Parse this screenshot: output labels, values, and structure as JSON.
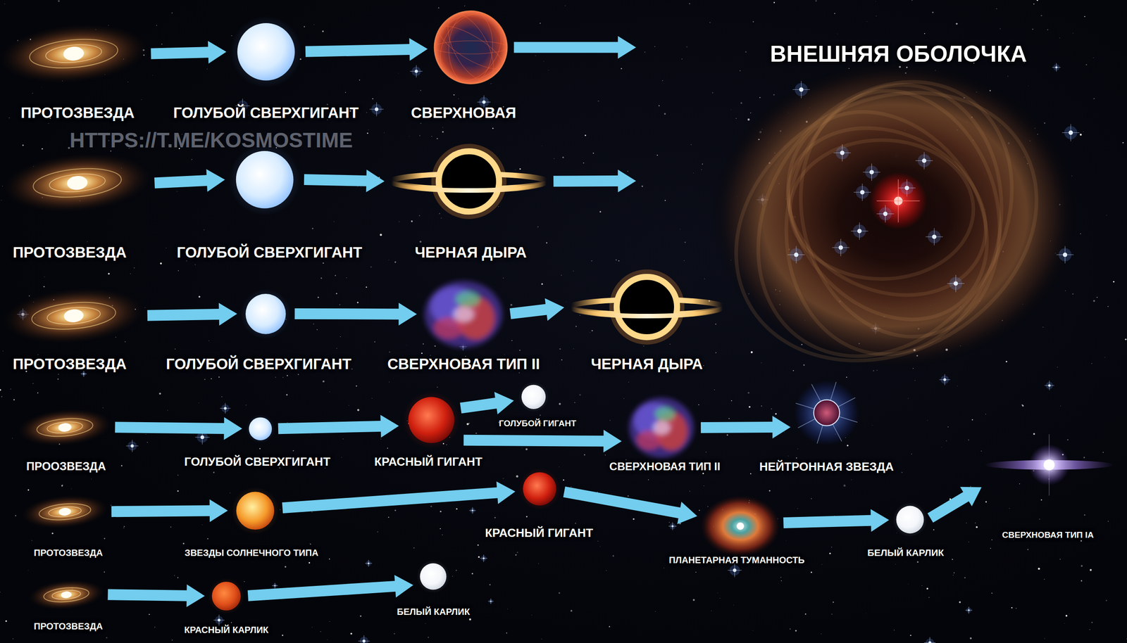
{
  "diagram": {
    "nodes": [
      {
        "text": [
          "ПРОТОЗВЕЗДА"
        ]
      },
      {
        "text": [
          "ГОЛУБОЙ СВЕРХГИГАНТ"
        ]
      },
      {
        "text": [
          "СВЕРХНОВАЯ"
        ]
      },
      {
        "text": [
          "ВНЕШНЯЯ ОБОЛОЧКА"
        ]
      },
      {
        "text": [
          "ПРОТОЗВЕЗДА"
        ]
      },
      {
        "text": [
          "ГОЛУБОЙ СВЕРХГИГАНТ"
        ]
      },
      {
        "text": [
          "ЧЕРНАЯ ДЫРА"
        ]
      },
      {
        "text": [
          "ПРОТОЗВЕЗДА"
        ]
      },
      {
        "text": [
          "ГОЛУБОЙ СВЕРХГИГАНТ"
        ]
      },
      {
        "text": [
          "СВЕРХНОВАЯ ТИП II"
        ]
      },
      {
        "text": [
          "ЧЕРНАЯ ДЫРА"
        ]
      },
      {
        "text": [
          "ПРООЗВЕЗДА"
        ]
      },
      {
        "text": [
          "ГОЛУБОЙ СВЕРХГИГАНТ"
        ]
      },
      {
        "text": [
          "КРАСНЫЙ ГИГАНТ"
        ]
      },
      {
        "text": [
          "ГОЛУБОЙ ГИГАНТ"
        ]
      },
      {
        "text": [
          "СВЕРХНОВАЯ ТИП II"
        ]
      },
      {
        "text": [
          "НЕЙТРОННАЯ ЗВЕЗДА"
        ]
      },
      {
        "text": [
          "ПРОТОЗВЕЗДА"
        ]
      },
      {
        "text": [
          "ЗВЕЗДЫ СОЛНЕЧНОГО ТИПА"
        ]
      },
      {
        "text": [
          "КРАСНЫЙ ГИГАНТ"
        ]
      },
      {
        "text": [
          "ПЛАНЕТАРНАЯ ТУМАННОСТЬ"
        ]
      },
      {
        "text": [
          "БЕЛЫЙ КАРЛИК"
        ]
      },
      {
        "text": [
          "СВЕРХНОВАЯ ТИП IA"
        ]
      },
      {
        "text": [
          "ПРОТОЗВЕЗДА"
        ]
      },
      {
        "text": [
          "КРАСНЫЙ КАРЛИК"
        ]
      },
      {
        "text": [
          "БЕЛЫЙ КАРЛИК"
        ]
      }
    ],
    "edges": [
      {
        "from": 0,
        "to": 1,
        "arrow": "to"
      },
      {
        "from": 1,
        "to": 2,
        "arrow": "to"
      },
      {
        "from": 2,
        "to": 3,
        "arrow": "to"
      },
      {
        "from": 4,
        "to": 5,
        "arrow": "to"
      },
      {
        "from": 5,
        "to": 6,
        "arrow": "to"
      },
      {
        "from": 6,
        "to": 3,
        "arrow": "to"
      },
      {
        "from": 7,
        "to": 8,
        "arrow": "to"
      },
      {
        "from": 8,
        "to": 9,
        "arrow": "to"
      },
      {
        "from": 9,
        "to": 10,
        "arrow": "to"
      },
      {
        "from": 11,
        "to": 12,
        "arrow": "to"
      },
      {
        "from": 12,
        "to": 13,
        "arrow": "to"
      },
      {
        "from": 13,
        "to": 14,
        "arrow": "to"
      },
      {
        "from": 13,
        "to": 15,
        "arrow": "to"
      },
      {
        "from": 15,
        "to": 16,
        "arrow": "to"
      },
      {
        "from": 17,
        "to": 18,
        "arrow": "to"
      },
      {
        "from": 18,
        "to": 19,
        "arrow": "to"
      },
      {
        "from": 19,
        "to": 20,
        "arrow": "to"
      },
      {
        "from": 20,
        "to": 21,
        "arrow": "to"
      },
      {
        "from": 21,
        "to": 22,
        "arrow": "to"
      },
      {
        "from": 23,
        "to": 24,
        "arrow": "to"
      },
      {
        "from": 24,
        "to": 25,
        "arrow": "to"
      }
    ],
    "labels": [
      "HTTPS://T.ME/KOSMOSTIME"
    ]
  }
}
